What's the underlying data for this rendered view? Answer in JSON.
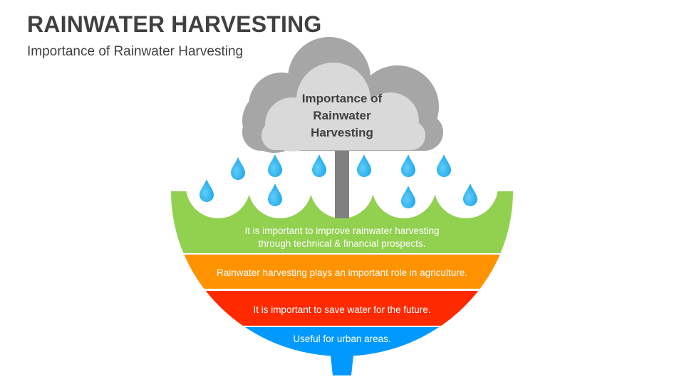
{
  "header": {
    "title": "RAINWATER HARVESTING",
    "subtitle": "Importance of Rainwater Harvesting"
  },
  "cloud": {
    "lines": [
      "Importance of",
      "Rainwater",
      "Harvesting"
    ]
  },
  "bands": [
    {
      "lines": [
        "It is important to improve rainwater harvesting",
        "through technical & financial prospects."
      ],
      "color": "#92d050"
    },
    {
      "lines": [
        "Rainwater harvesting plays an important role in agriculture."
      ],
      "color": "#ff9200"
    },
    {
      "lines": [
        "It is important to save water for the future."
      ],
      "color": "#ff2a00"
    },
    {
      "lines": [
        "Useful for urban areas."
      ],
      "color": "#0099ff"
    }
  ],
  "colors": {
    "cloud_back": "#a6a6a6",
    "cloud_front": "#d9d9d9",
    "pole": "#808080",
    "drop": "#3cb8f0"
  }
}
